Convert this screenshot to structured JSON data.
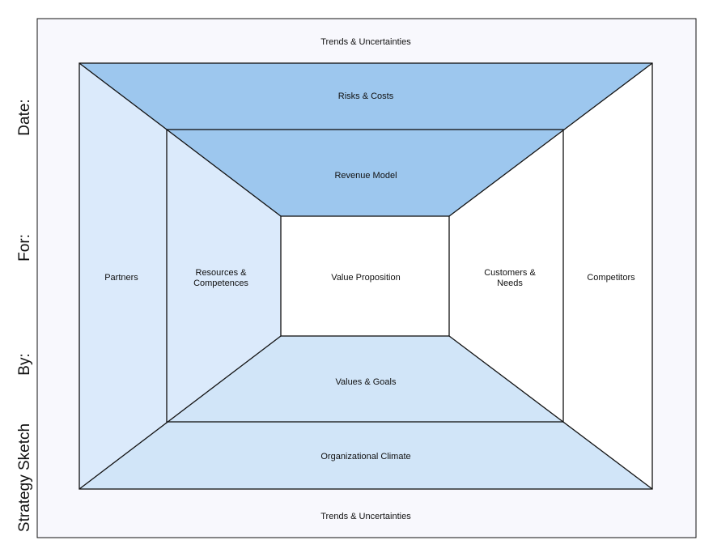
{
  "sidebar": {
    "date_label": "Date:",
    "for_label": "For:",
    "by_label": "By:",
    "title": "Strategy Sketch"
  },
  "canvas": {
    "trends_top": "Trends & Uncertainties",
    "trends_bottom": "Trends & Uncertainties",
    "risks_costs": "Risks & Costs",
    "revenue_model": "Revenue Model",
    "partners": "Partners",
    "resources_line1": "Resources &",
    "resources_line2": "Competences",
    "value_proposition": "Value Proposition",
    "customers_line1": "Customers &",
    "customers_line2": "Needs",
    "competitors": "Competitors",
    "values_goals": "Values & Goals",
    "organizational_climate": "Organizational Climate"
  },
  "colors": {
    "outer_background": "#f8f8fd",
    "top_fill": "#9dc7ee",
    "left_fill": "#dbeafb",
    "bottom_fill": "#d1e5f8",
    "right_fill": "#ffffff",
    "center_fill": "#ffffff",
    "line": "#111111"
  }
}
